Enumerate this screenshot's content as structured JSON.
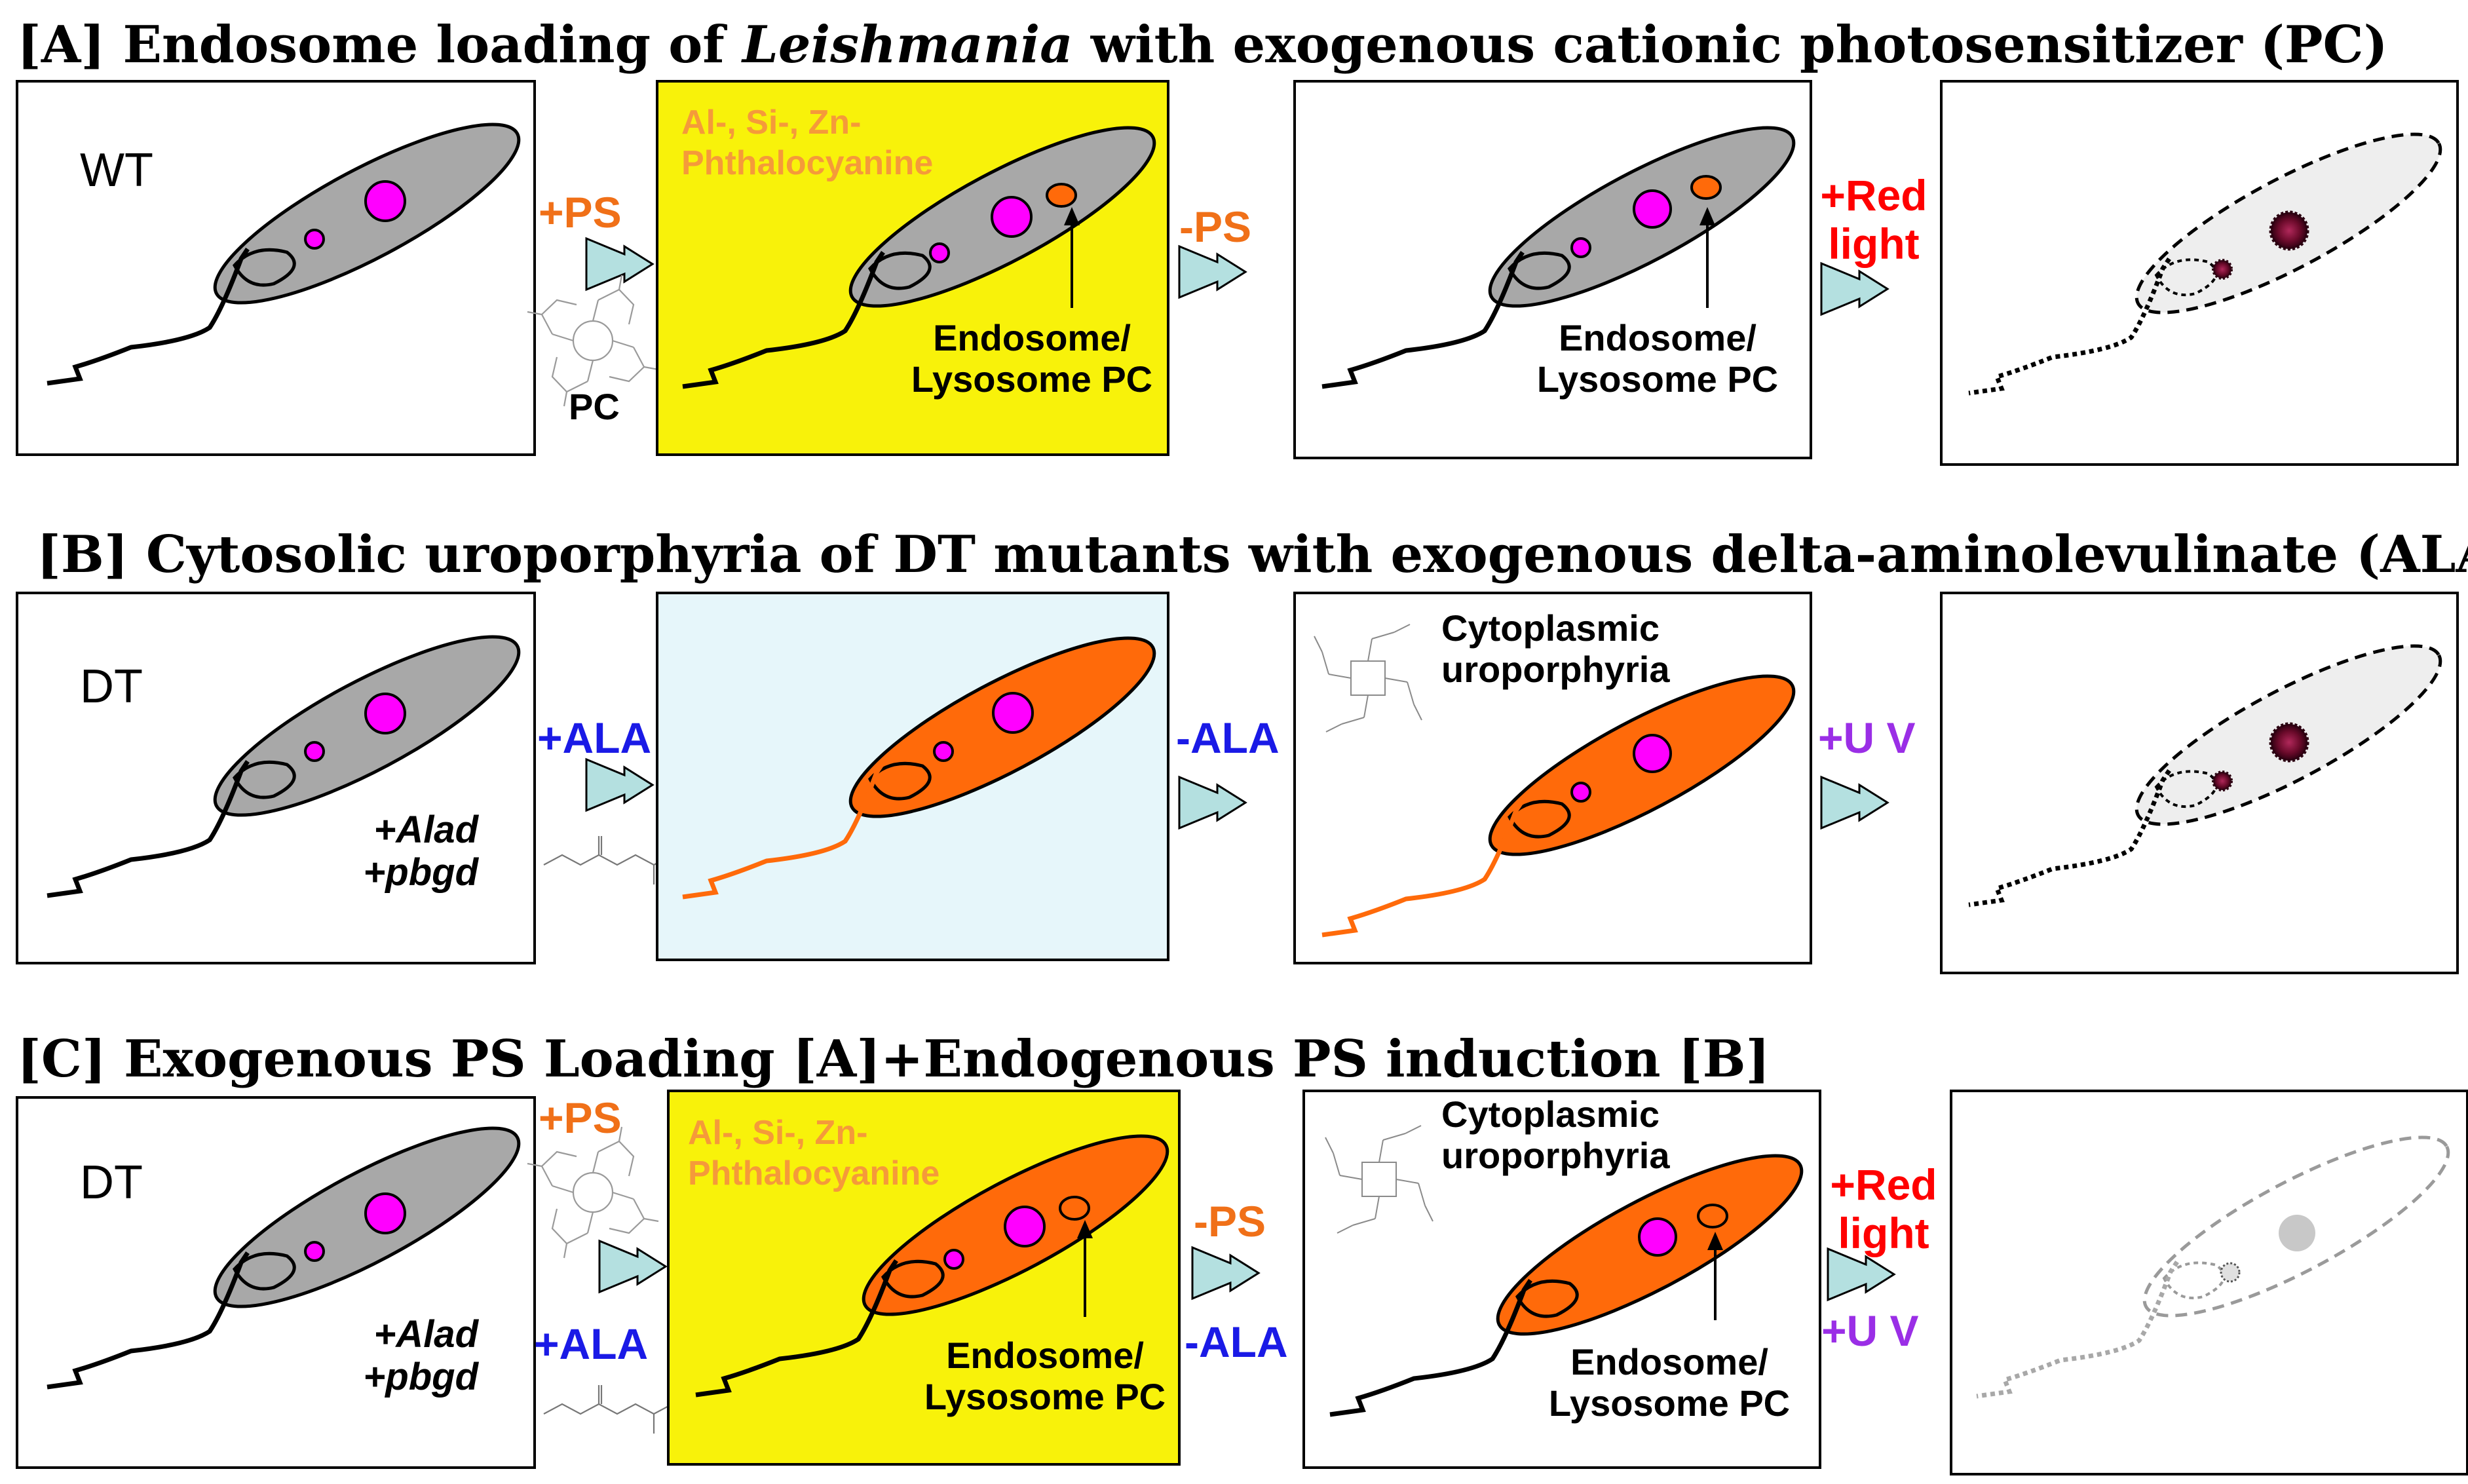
{
  "section_a": {
    "heading_pre": "[A] Endosome loading of ",
    "heading_italic": "Leishmania",
    "heading_post": " with exogenous cationic photosensitizer (PC)",
    "strain": "WT",
    "add_ps": "+PS",
    "pc": "PC",
    "phthalocyanine_line1": "Al-, Si-, Zn-",
    "phthalocyanine_line2": "Phthalocyanine",
    "endosome_line1": "Endosome/",
    "endosome_line2": "Lysosome PC",
    "remove_ps": "-PS",
    "light_line1": "+Red",
    "light_line2": "light"
  },
  "section_b": {
    "heading": "[B] Cytosolic uroporphyria of DT mutants  with exogenous delta-aminolevulinate (ALA)",
    "strain": "DT",
    "gene1": "+Alad",
    "gene2": "+pbgd",
    "add_ala": "+ALA",
    "remove_ala": "-ALA",
    "cyto_line1": "Cytoplasmic",
    "cyto_line2": "uroporphyria",
    "uv": "+U V"
  },
  "section_c": {
    "heading": "[C] Exogenous PS Loading [A]+Endogenous PS induction [B]",
    "strain": "DT",
    "gene1": "+Alad",
    "gene2": "+pbgd",
    "add_ps": "+PS",
    "add_ala": "+ALA",
    "phthalocyanine_line1": "Al-, Si-, Zn-",
    "phthalocyanine_line2": "Phthalocyanine",
    "endosome_line1": "Endosome/",
    "endosome_line2": "Lysosome PC",
    "remove_ps": "-PS",
    "remove_ala": "-ALA",
    "cyto_line1": "Cytoplasmic",
    "cyto_line2": "uroporphyria",
    "light_line1": "+Red",
    "light_line2": "light",
    "uv": "+U V"
  },
  "colors": {
    "phthalocyanine_panel": "#f8f20a",
    "ala_panel": "#e6f6fa",
    "cell_gray": "#a8a8a8",
    "porphyrin_orange": "#ff6a0a",
    "nucleus_magenta": "#ff00ff",
    "arrow_fill": "#b4e0e0",
    "dead_cell": "#eeeeee",
    "dead_nucleus": "#6a0a2a"
  }
}
